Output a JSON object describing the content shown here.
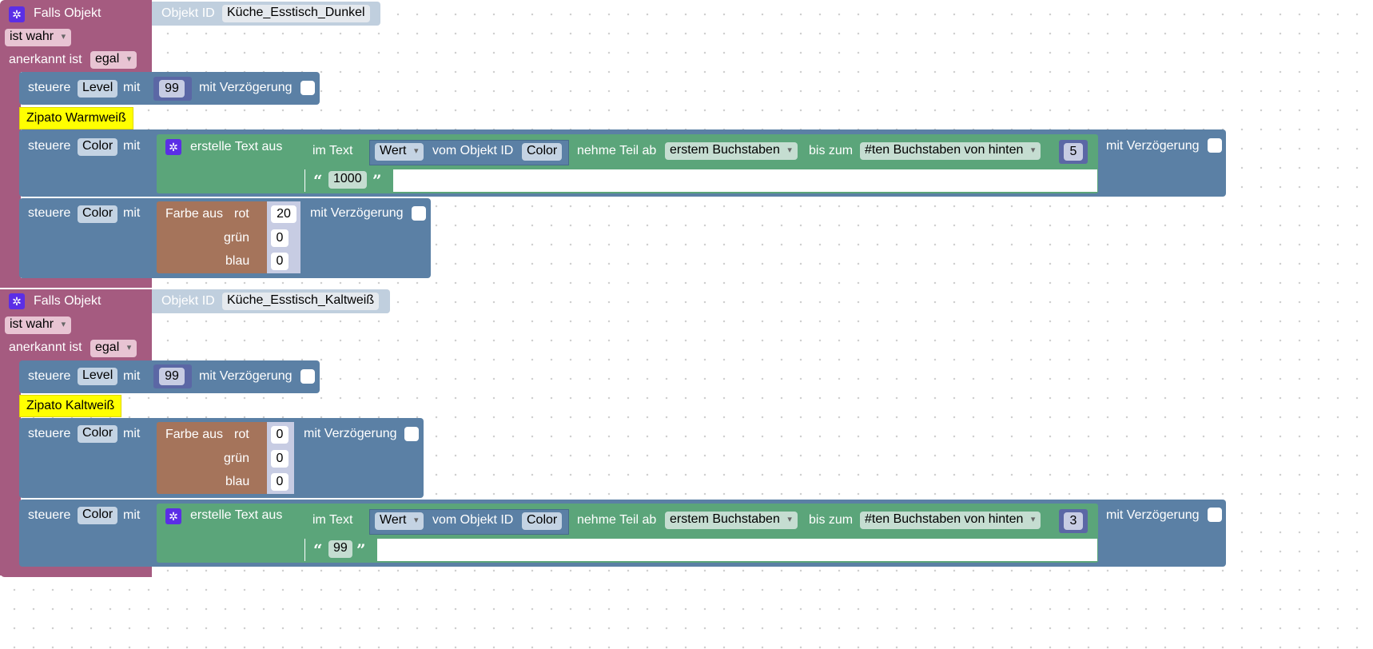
{
  "colors": {
    "event": "#a55b80",
    "control": "#5b80a5",
    "text": "#5ba57a",
    "color_block": "#a5745b",
    "object_id": "#c0cfde"
  },
  "falls_label": "Falls Objekt",
  "object_id_label": "Objekt ID",
  "ist_wahr": "ist wahr",
  "anerkannt_ist": "anerkannt ist",
  "egal": "egal",
  "steuere": "steuere",
  "mit": "mit",
  "mit_verzoegerung": "mit Verzögerung",
  "level": "Level",
  "color": "Color",
  "erstelle_text_aus": "erstelle Text aus",
  "im_text": "im Text",
  "wert": "Wert",
  "vom_objekt_id": "vom Objekt ID",
  "nehme_teil_ab": "nehme Teil ab",
  "erstem_buchstaben": "erstem Buchstaben",
  "bis_zum": "bis zum",
  "ten_buchstaben": "#ten Buchstaben von hinten",
  "farbe_aus": "Farbe aus",
  "rot": "rot",
  "gruen": "grün",
  "blau": "blau",
  "open_quote": "“",
  "close_quote": "”",
  "block1": {
    "object_id": "Küche_Esstisch_Dunkel",
    "level_value": "99",
    "comment": "Zipato Warmweiß",
    "substr_value": "5",
    "text_value": "1000",
    "rot": "20",
    "gruen": "0",
    "blau": "0"
  },
  "block2": {
    "object_id": "Küche_Esstisch_Kaltweiß",
    "level_value": "99",
    "comment": "Zipato Kaltweiß",
    "rot": "0",
    "gruen": "0",
    "blau": "0",
    "substr_value": "3",
    "text_value": "99"
  }
}
